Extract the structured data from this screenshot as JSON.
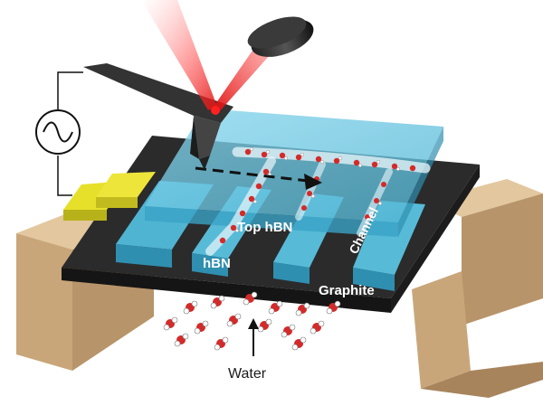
{
  "labels": {
    "top_hbn": "Top hBN",
    "channel": "Channel",
    "hbn": "hBN",
    "graphite": "Graphite",
    "water": "Water"
  },
  "colors": {
    "support": "#d4b48a",
    "graphite": "#2b2b2b",
    "hbn": "#4fb4d2",
    "hbn_dark": "#2f8fb0",
    "electrode": "#e6e02a",
    "laser": "#e02020",
    "oxygen": "#d42a2a",
    "hydrogen": "#ffffff"
  },
  "icons": {
    "ac_source": "ac-source-icon",
    "afm_tip": "afm-tip-icon",
    "laser_lens": "lens-icon"
  }
}
